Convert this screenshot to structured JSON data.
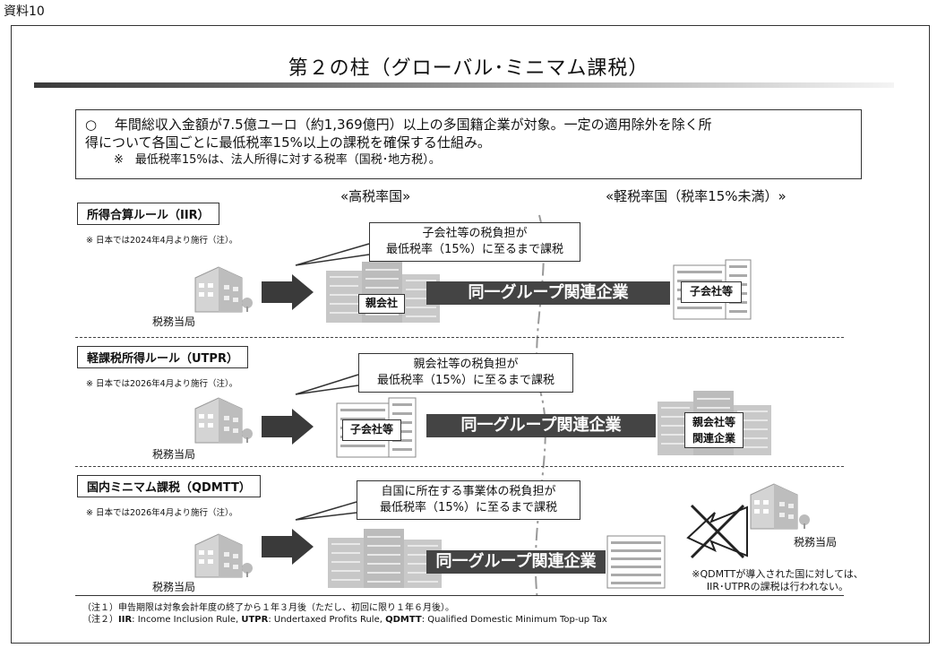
{
  "doc_label": "資料10",
  "title": "第２の柱（グローバル･ミニマム課税）",
  "summary": {
    "line1": "○　 年間総収入金額が7.5億ユーロ（約1,369億円）以上の多国籍企業が対象。一定の適用除外を除く所",
    "line2": "得について各国ごとに最低税率15%以上の課税を確保する仕組み。",
    "note": "※　最低税率15%は、法人所得に対する税率（国税･地方税）。"
  },
  "headers": {
    "high_tax": "«高税率国»",
    "low_tax": "«軽税率国（税率15%未満）»"
  },
  "sections": [
    {
      "title": "所得合算ルール（IIR）",
      "note": "※ 日本では2024年4月より施行（注）。",
      "callout_line1": "子会社等の税負担が",
      "callout_line2": "最低税率（15%）に至るまで課税",
      "tax_office": "税務当局",
      "left_entity": "親会社",
      "bar_label": "同一グループ関連企業",
      "right_entity": "子会社等"
    },
    {
      "title": "軽課税所得ルール（UTPR）",
      "note": "※ 日本では2026年4月より施行（注）。",
      "callout_line1": "親会社等の税負担が",
      "callout_line2": "最低税率（15%）に至るまで課税",
      "tax_office": "税務当局",
      "left_entity": "子会社等",
      "bar_label": "同一グループ関連企業",
      "right_entity_line1": "親会社等",
      "right_entity_line2": "関連企業"
    },
    {
      "title": "国内ミニマム課税（QDMTT）",
      "note": "※ 日本では2026年4月より施行（注）。",
      "callout_line1": "自国に所在する事業体の税負担が",
      "callout_line2": "最低税率（15%）に至るまで課税",
      "tax_office": "税務当局",
      "bar_label": "同一グループ関連企業",
      "right_tax_office": "税務当局",
      "remark_line1": "※QDMTTが導入された国に対しては、",
      "remark_line2": "IIR･UTPRの課税は行われない。"
    }
  ],
  "footnotes": {
    "note1": "（注１）申告期限は対象会計年度の終了から１年３月後（ただし、初回に限り１年６月後）。",
    "note2_prefix": "（注２）",
    "iir_abbr": "IIR",
    "iir_text": ": Income Inclusion Rule, ",
    "utpr_abbr": "UTPR",
    "utpr_text": ": Undertaxed Profits Rule, ",
    "qdmtt_abbr": "QDMTT",
    "qdmtt_text": ": Qualified Domestic Minimum Top-up Tax"
  },
  "colors": {
    "bar": "#444444",
    "building": "#bfbfbf",
    "arrow": "#3a3a3a"
  }
}
